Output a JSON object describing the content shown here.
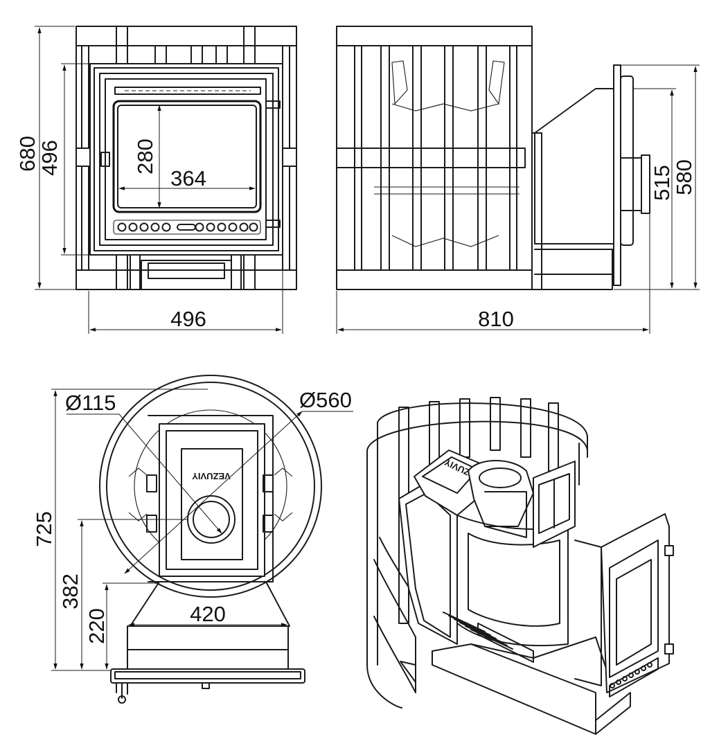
{
  "dimensions": {
    "front_total_height": "680",
    "front_body_height": "496",
    "glass_height": "280",
    "glass_width": "364",
    "front_width": "496",
    "side_depth": "810",
    "side_height_515": "515",
    "side_height_580": "580",
    "plan_flue_diameter": "Ø115",
    "plan_stone_diameter": "Ø560",
    "plan_total_depth": "725",
    "plan_depth_382": "382",
    "plan_depth_220": "220",
    "plan_tunnel_width": "420"
  },
  "brand_text": "VEZUVIY",
  "icons": {
    "front": "stove-front-view",
    "side": "stove-side-view",
    "plan": "stove-plan-view",
    "iso": "stove-isometric-cutaway"
  }
}
